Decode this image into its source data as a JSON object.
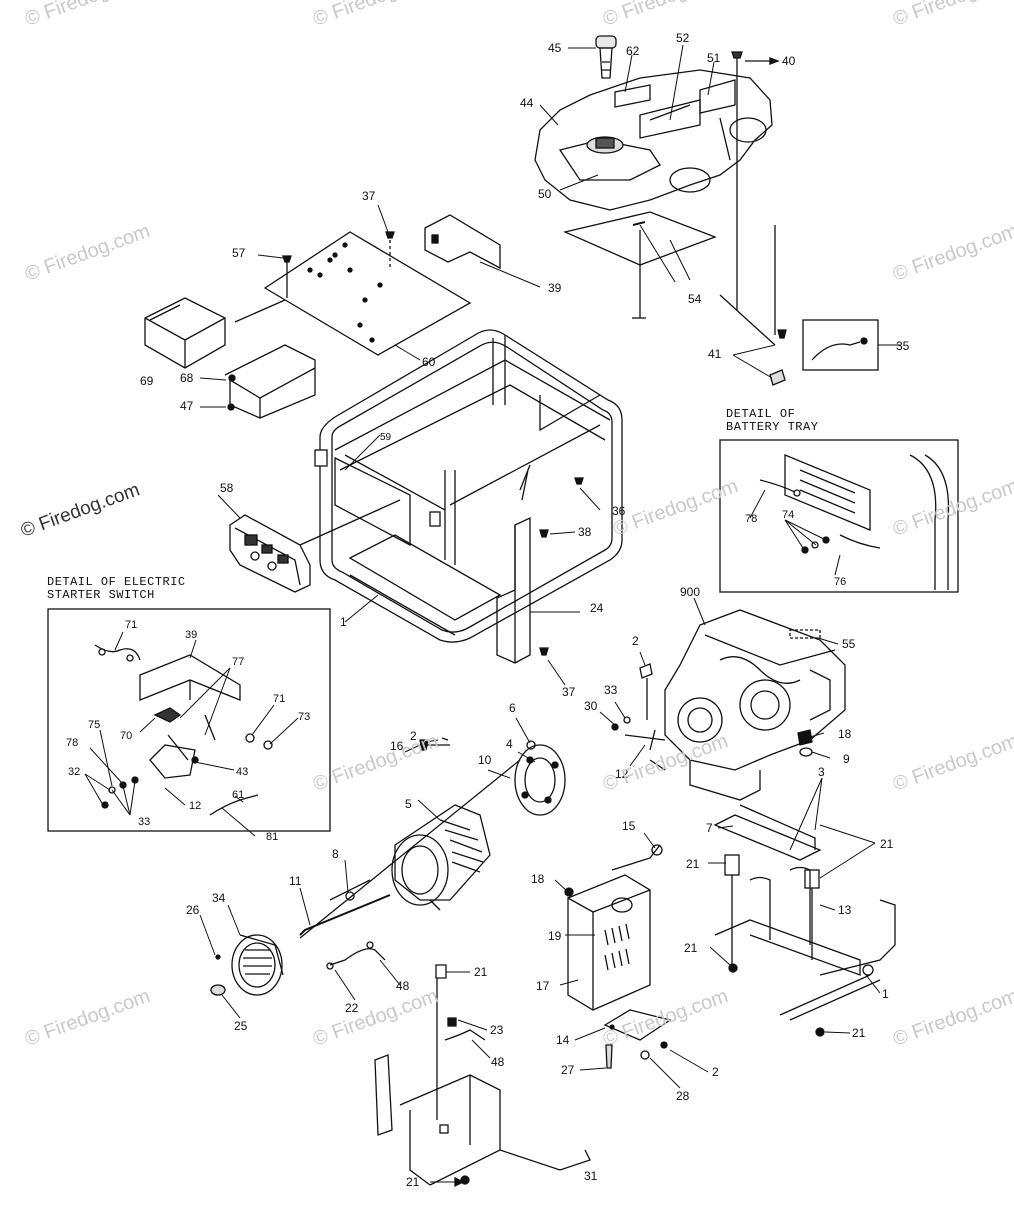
{
  "watermark": {
    "text": "© Firedog.com",
    "prominent_text": "© Firedog.com"
  },
  "details": {
    "battery_tray": {
      "line1": "DETAIL OF",
      "line2": "BATTERY TRAY"
    },
    "electric_starter": {
      "line1": "DETAIL OF ELECTRIC",
      "line2": "STARTER SWITCH"
    }
  },
  "callouts": {
    "c45": "45",
    "c62": "62",
    "c52": "52",
    "c51": "51",
    "c40": "40",
    "c44": "44",
    "c50": "50",
    "c54": "54",
    "c37a": "37",
    "c57": "57",
    "c39a": "39",
    "c60": "60",
    "c69": "69",
    "c68": "68",
    "c47": "47",
    "c41": "41",
    "c35": "35",
    "c59": "59",
    "c36": "36",
    "c58": "58",
    "c38": "38",
    "c24": "24",
    "c1a": "1",
    "c37b": "37",
    "c78a": "78",
    "c74": "74",
    "c76": "76",
    "c900": "900",
    "c55": "55",
    "c71a": "71",
    "c39b": "39",
    "c77": "77",
    "c71b": "71",
    "c73": "73",
    "c75": "75",
    "c70": "70",
    "c78b": "78",
    "c43": "43",
    "c32": "32",
    "c12a": "12",
    "c33a": "33",
    "c61": "61",
    "c81": "81",
    "c2a": "2",
    "c33b": "33",
    "c30": "30",
    "c12b": "12",
    "c6": "6",
    "c16": "16",
    "c2b": "2",
    "c4": "4",
    "c10": "10",
    "c5": "5",
    "c18a": "18",
    "c9": "9",
    "c3": "3",
    "c7": "7",
    "c21a": "21",
    "c15": "15",
    "c21b": "21",
    "c8": "8",
    "c11": "11",
    "c18b": "18",
    "c13": "13",
    "c34": "34",
    "c26": "26",
    "c19": "19",
    "c21c": "21",
    "c21d": "21",
    "c17": "17",
    "c1b": "1",
    "c22": "22",
    "c48a": "48",
    "c25": "25",
    "c23": "23",
    "c14": "14",
    "c48b": "48",
    "c21e": "21",
    "c27": "27",
    "c2c": "2",
    "c28": "28",
    "c21f": "21",
    "c31": "31"
  }
}
